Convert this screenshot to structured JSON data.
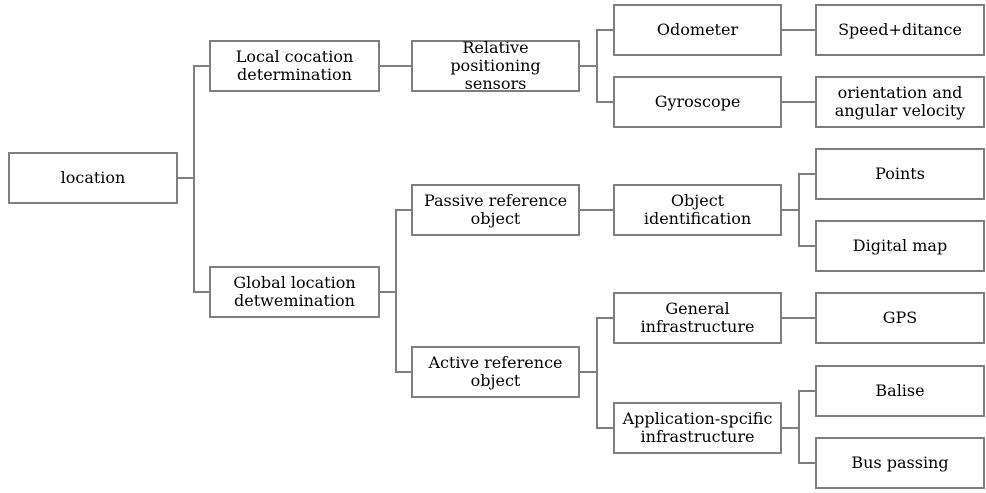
{
  "diagram": {
    "nodes": {
      "location": "location",
      "local": "Local cocation\ndetermination",
      "global": "Global location\ndetwemination",
      "relative": "Relative positioning\nsensors",
      "passive": "Passive reference\nobject",
      "active": "Active reference\nobject",
      "odometer": "Odometer",
      "gyroscope": "Gyroscope",
      "object_identification": "Object identification",
      "general_infrastructure": "General\ninfrastructure",
      "application_specific": "Application-spcific\ninfrastructure",
      "speed_distance": "Speed+ditance",
      "orientation": "orientation and\nangular velocity",
      "points": "Points",
      "digital_map": "Digital map",
      "gps": "GPS",
      "balise": "Balise",
      "bus_passing": "Bus passing"
    },
    "colors": {
      "border": "#7f7f7f",
      "connector": "#7f7f7f",
      "background": "#ffffff",
      "text": "#000000"
    }
  }
}
